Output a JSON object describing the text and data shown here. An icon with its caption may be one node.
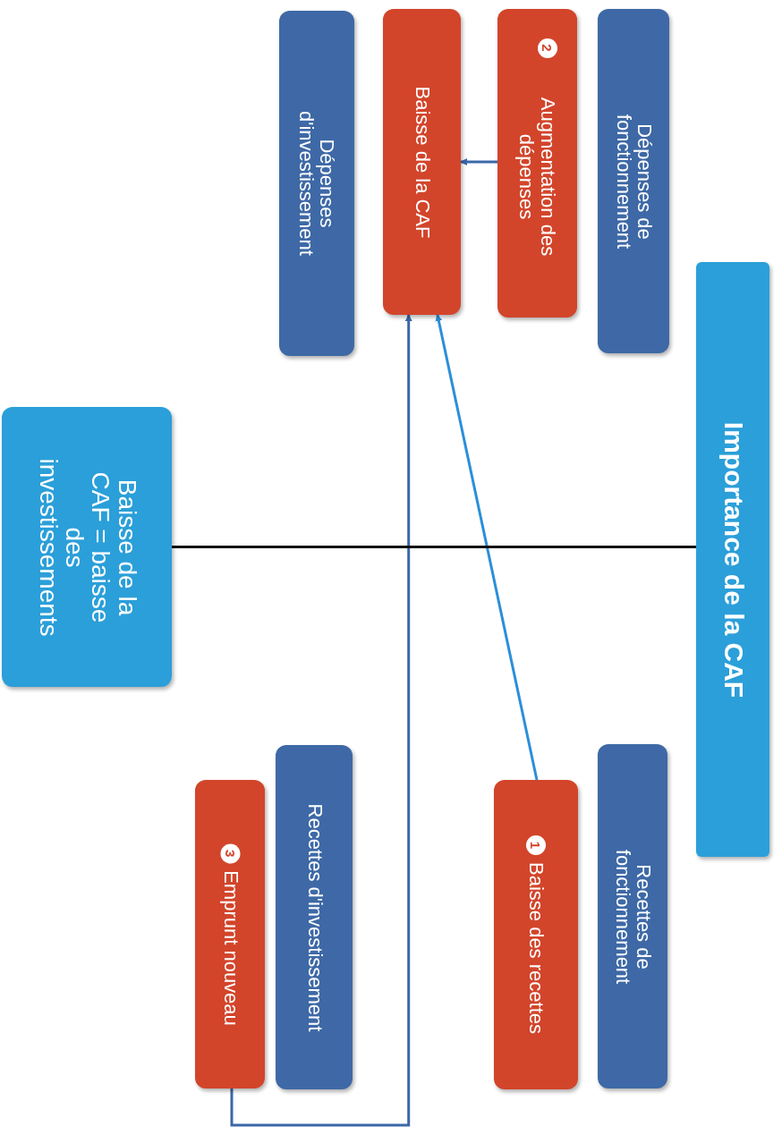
{
  "diagram": {
    "nodes": [
      {
        "text": [
          "Importance de la CAF"
        ]
      },
      {
        "text": [
          "Dépenses de fonctionnement"
        ]
      },
      {
        "text": [
          "2",
          "Augmentation des dépenses"
        ]
      },
      {
        "text": [
          "Baisse de la CAF"
        ]
      },
      {
        "text": [
          "Dépenses d'investissement"
        ]
      },
      {
        "text": [
          "Recettes de fonctionnement"
        ]
      },
      {
        "text": [
          "1",
          "Baisse des recettes"
        ]
      },
      {
        "text": [
          "Recettes d'investissement"
        ]
      },
      {
        "text": [
          "3",
          "Emprunt nouveau"
        ]
      },
      {
        "text": [
          "Baisse de la CAF = baisse des investissements"
        ]
      }
    ],
    "edges": [
      {
        "from": 2,
        "to": 3,
        "arrow": "to"
      },
      {
        "from": 6,
        "to": 3,
        "arrow": "to",
        "color": "#2b8fd8"
      },
      {
        "from": 8,
        "to": 3,
        "arrow": "to"
      },
      {
        "from": 9,
        "to": 0,
        "arrow": "none",
        "color": "#111111"
      }
    ]
  }
}
